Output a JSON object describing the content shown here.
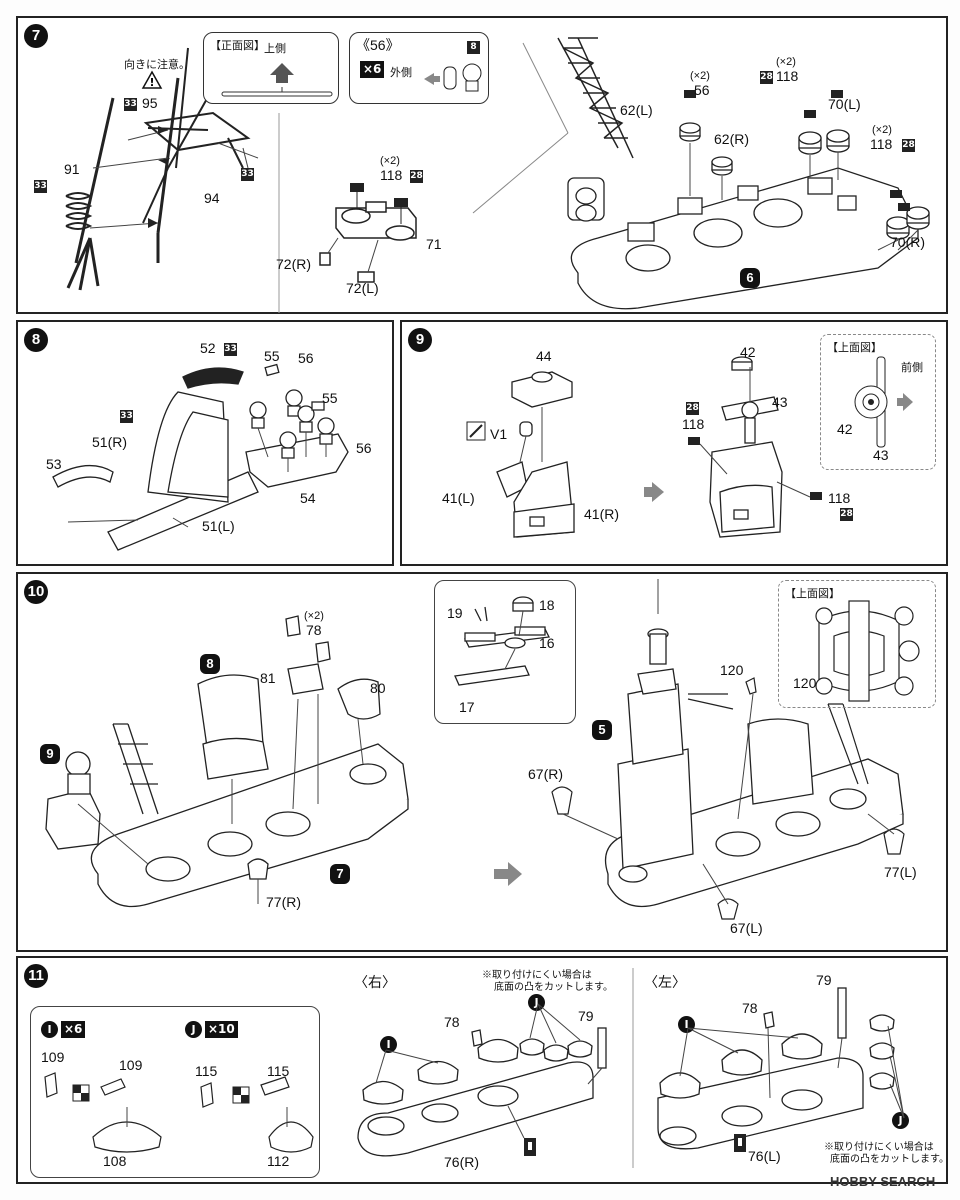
{
  "steps": {
    "s7": {
      "num": "7",
      "note_orientation": "向きに注意。",
      "front_view_title": "【正面図】",
      "front_view_up": "上側",
      "callout56_title": "《56》",
      "callout56_count": "×6",
      "callout56_outer": "外側",
      "parts": {
        "p95": "95",
        "p91": "91",
        "p94": "94",
        "p118": "118",
        "p118_mult": "(×2)",
        "p71": "71",
        "p72r": "72(R)",
        "p72l": "72(L)",
        "p62l": "62(L)",
        "p56": "56",
        "p56_mult": "(×2)",
        "p62r": "62(R)",
        "p118b": "118",
        "p118b_mult": "(×2)",
        "p70l": "70(L)",
        "p118c": "118",
        "p118c_mult": "(×2)",
        "p70r": "70(R)"
      },
      "badges": {
        "b33a": "33",
        "b33b": "33",
        "b33c": "33",
        "b28a": "28",
        "b28b": "28",
        "b28c": "28",
        "b8": "8"
      },
      "sub6": "6"
    },
    "s8": {
      "num": "8",
      "parts": {
        "p52": "52",
        "p55a": "55",
        "p56a": "56",
        "p55b": "55",
        "p56b": "56",
        "p51r": "51(R)",
        "p53": "53",
        "p54": "54",
        "p51l": "51(L)"
      },
      "badges": {
        "b33a": "33",
        "b33b": "33"
      }
    },
    "s9": {
      "num": "9",
      "parts": {
        "p44": "44",
        "v1": "V1",
        "p41l": "41(L)",
        "p41r": "41(R)",
        "p42": "42",
        "p43": "43",
        "p118a": "118",
        "p118b": "118",
        "p42t": "42",
        "p43t": "43"
      },
      "badges": {
        "b28a": "28",
        "b28b": "28"
      },
      "top_view_title": "【上面図】",
      "front_side": "前側"
    },
    "s10": {
      "num": "10",
      "parts": {
        "p78": "78",
        "p78_mult": "(×2)",
        "p81": "81",
        "p80": "80",
        "p77r": "77(R)",
        "p19": "19",
        "p18": "18",
        "p16": "16",
        "p17": "17",
        "p120": "120",
        "p67r": "67(R)",
        "p77l": "77(L)",
        "p67l": "67(L)",
        "p120t": "120"
      },
      "subs": {
        "sub8": "8",
        "sub9": "9",
        "sub7": "7",
        "sub5": "5"
      },
      "top_view_title": "【上面図】"
    },
    "s11": {
      "num": "11",
      "groupI": {
        "letter": "I",
        "count": "×6",
        "p109a": "109",
        "p109b": "109",
        "p108": "108"
      },
      "groupJ": {
        "letter": "J",
        "count": "×10",
        "p115a": "115",
        "p115b": "115",
        "p112": "112"
      },
      "right": {
        "title": "〈右〉",
        "note1": "※取り付けにくい場合は",
        "note2": "底面の凸をカットします。",
        "p78": "78",
        "p79": "79",
        "p76": "76(R)",
        "I": "I",
        "J": "J"
      },
      "left": {
        "title": "〈左〉",
        "note1": "※取り付けにくい場合は",
        "note2": "底面の凸をカットします。",
        "p78": "78",
        "p79": "79",
        "p76": "76(L)",
        "I": "I",
        "J": "J"
      }
    }
  },
  "watermark": "HOBBY SEARCH"
}
